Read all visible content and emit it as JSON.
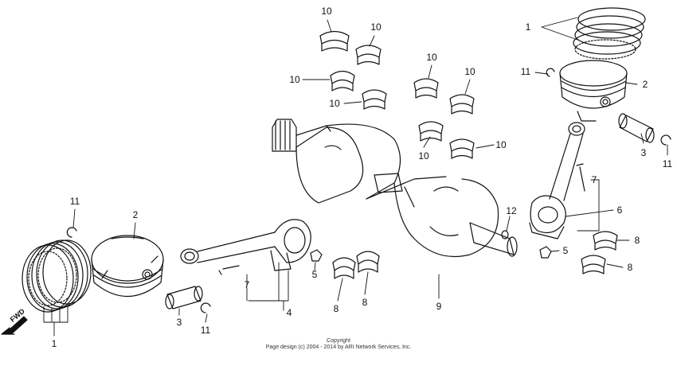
{
  "diagram": {
    "callouts": [
      {
        "id": "c1a",
        "text": "1"
      },
      {
        "id": "c1b",
        "text": "1"
      },
      {
        "id": "c2a",
        "text": "2"
      },
      {
        "id": "c2b",
        "text": "2"
      },
      {
        "id": "c3a",
        "text": "3"
      },
      {
        "id": "c3b",
        "text": "3"
      },
      {
        "id": "c4",
        "text": "4"
      },
      {
        "id": "c5a",
        "text": "5"
      },
      {
        "id": "c5b",
        "text": "5"
      },
      {
        "id": "c6",
        "text": "6"
      },
      {
        "id": "c7a",
        "text": "7"
      },
      {
        "id": "c7b",
        "text": "7"
      },
      {
        "id": "c8a",
        "text": "8"
      },
      {
        "id": "c8b",
        "text": "8"
      },
      {
        "id": "c8c",
        "text": "8"
      },
      {
        "id": "c8d",
        "text": "8"
      },
      {
        "id": "c9",
        "text": "9"
      },
      {
        "id": "c10a",
        "text": "10"
      },
      {
        "id": "c10b",
        "text": "10"
      },
      {
        "id": "c10c",
        "text": "10"
      },
      {
        "id": "c10d",
        "text": "10"
      },
      {
        "id": "c10e",
        "text": "10"
      },
      {
        "id": "c10f",
        "text": "10"
      },
      {
        "id": "c10g",
        "text": "10"
      },
      {
        "id": "c10h",
        "text": "10"
      },
      {
        "id": "c11a",
        "text": "11"
      },
      {
        "id": "c11b",
        "text": "11"
      },
      {
        "id": "c11c",
        "text": "11"
      },
      {
        "id": "c11d",
        "text": "11"
      },
      {
        "id": "c12",
        "text": "12"
      }
    ],
    "fwd_label": "FWD",
    "copyright_line1": "Copyright",
    "copyright_line2": "Page design (c) 2004 - 2014 by ARI Network Services, Inc."
  }
}
